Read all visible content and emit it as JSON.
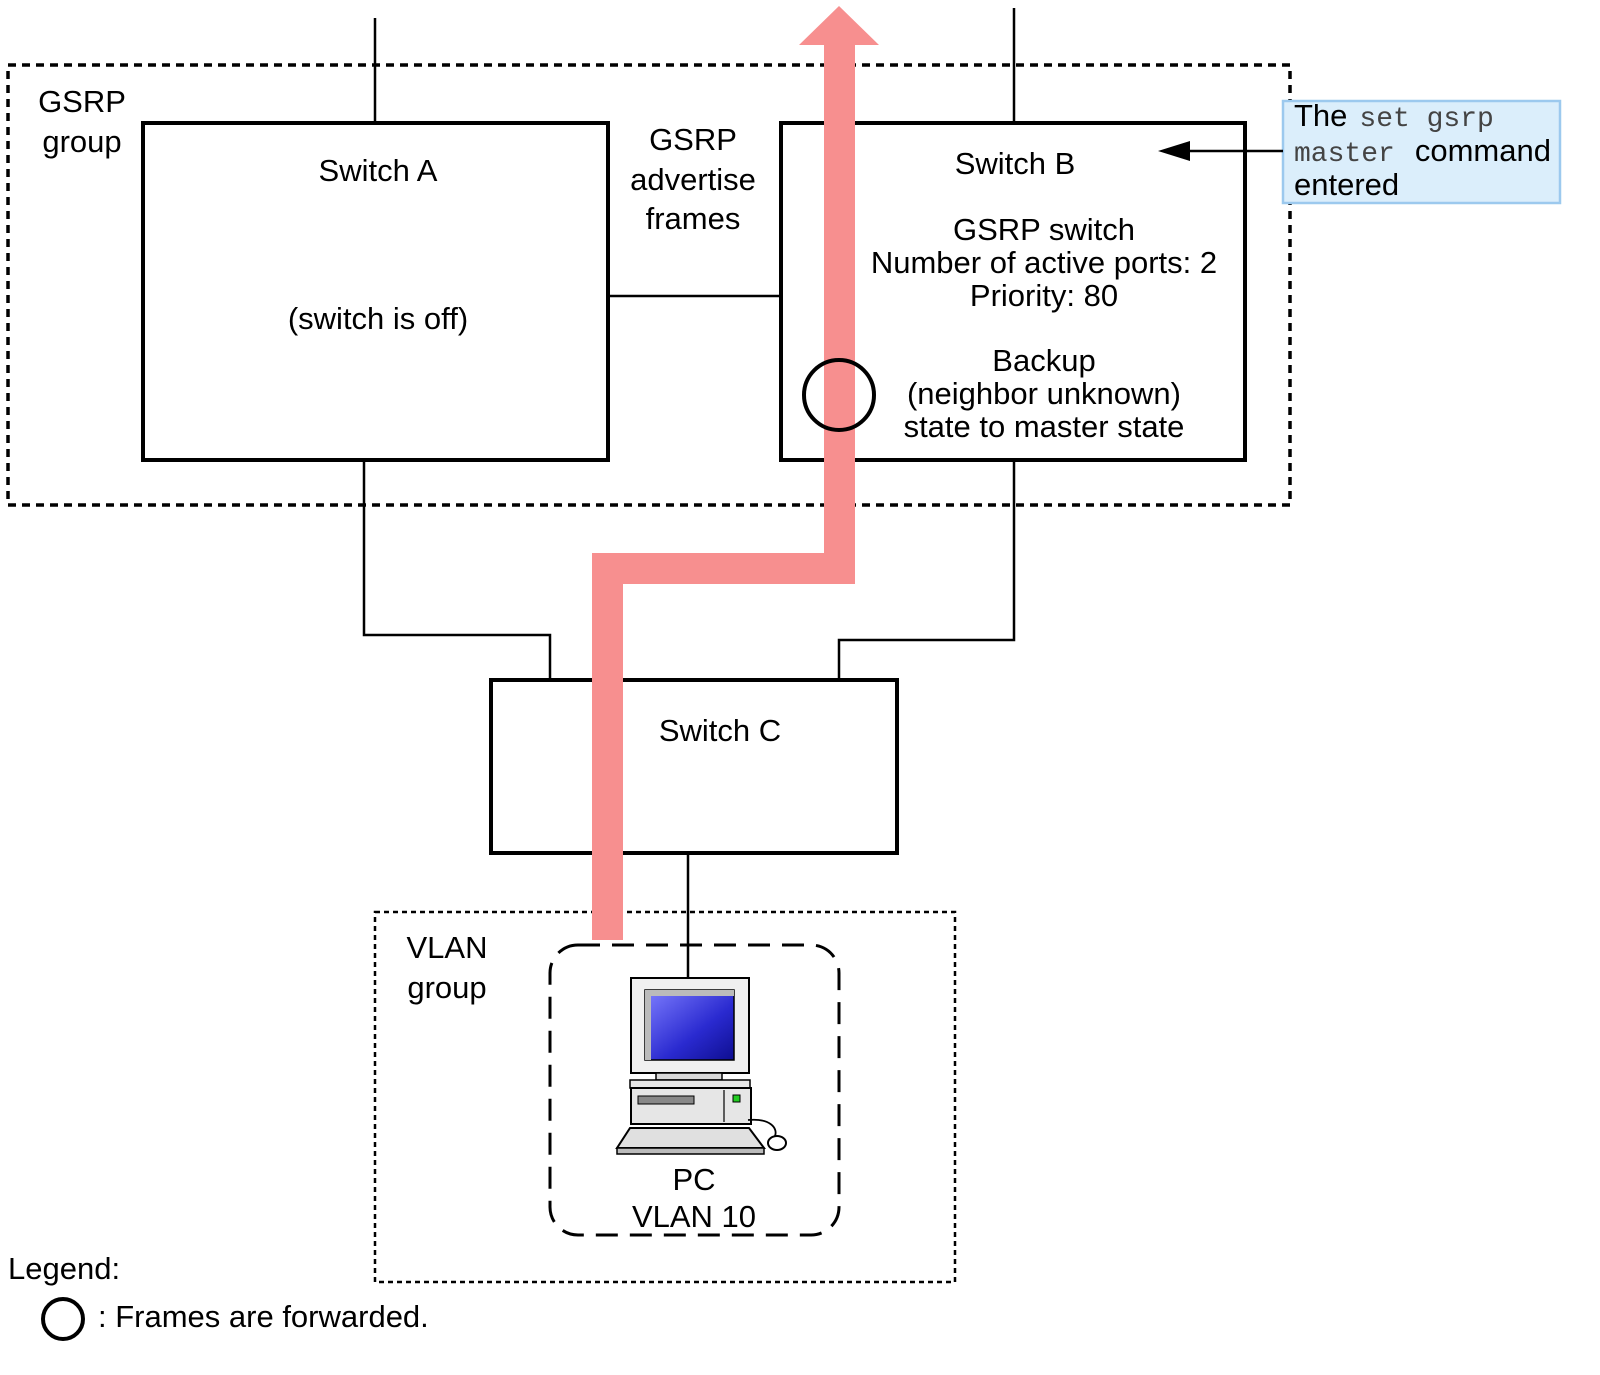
{
  "gsrp_group": {
    "label_line1": "GSRP",
    "label_line2": "group"
  },
  "switch_a": {
    "title": "Switch A",
    "status": "(switch is off)"
  },
  "advertise": {
    "line1": "GSRP",
    "line2": "advertise",
    "line3": "frames"
  },
  "switch_b": {
    "title": "Switch B",
    "line1": "GSRP switch",
    "line2": "Number of active ports: 2",
    "line3": "Priority: 80",
    "line4": "Backup",
    "line5": "(neighbor unknown)",
    "line6": "state to master state"
  },
  "callout": {
    "the": "The",
    "cmd_part1": "set gsrp",
    "cmd_part2": "master",
    "command_word": "command",
    "entered": "entered",
    "bg_color": "#dbeefb",
    "border_color": "#9cc9ee"
  },
  "switch_c": {
    "title": "Switch C"
  },
  "vlan_group": {
    "label_line1": "VLAN",
    "label_line2": "group"
  },
  "pc": {
    "line1": "PC",
    "line2": "VLAN 10",
    "icon": "computer-icon"
  },
  "legend": {
    "title": "Legend:",
    "item_text": ": Frames are forwarded.",
    "item_icon": "circle-icon"
  },
  "colors": {
    "path": "#f78f8f",
    "line": "#000000"
  }
}
